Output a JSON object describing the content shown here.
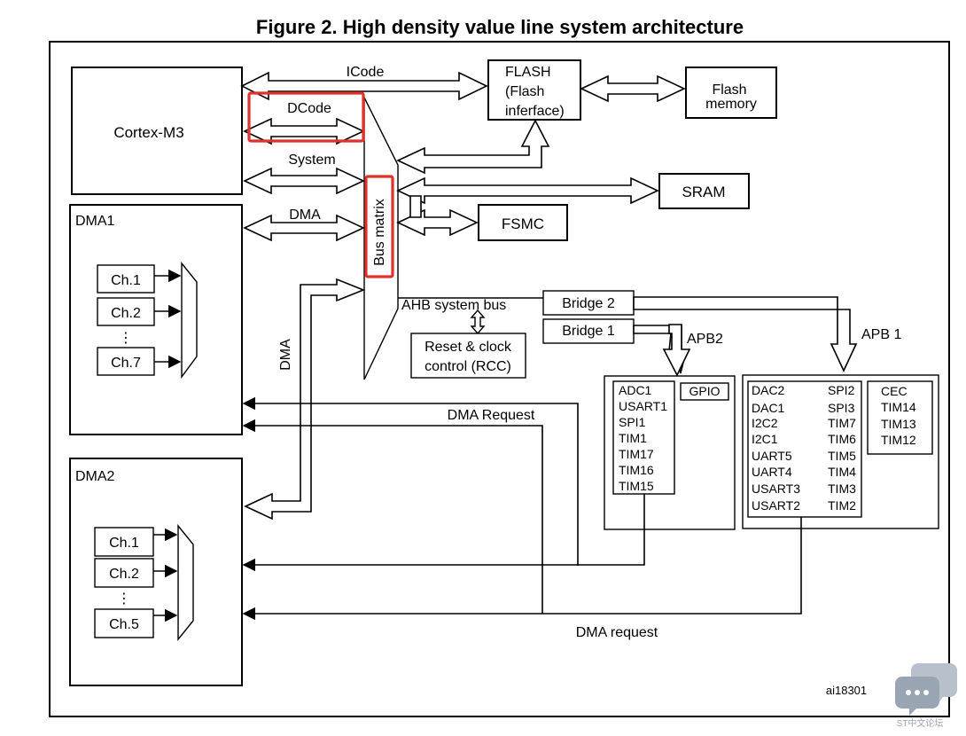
{
  "figure": {
    "title": "Figure 2. High density value line system architecture",
    "id_label": "ai18301"
  },
  "cpu": {
    "label": "Cortex-M3"
  },
  "buses": {
    "icode": "ICode",
    "dcode": "DCode",
    "system": "System",
    "dma": "DMA",
    "dma_vertical": "DMA",
    "bus_matrix": "Bus matrix",
    "ahb": "AHB system bus",
    "apb2": "APB2",
    "apb1": "APB 1"
  },
  "flash": {
    "line1": "FLASH",
    "line2": "(Flash",
    "line3": "inferface)"
  },
  "flash_memory": {
    "line1": "Flash",
    "line2": "memory"
  },
  "sram": {
    "label": "SRAM"
  },
  "fsmc": {
    "label": "FSMC"
  },
  "rcc": {
    "line1": "Reset & clock",
    "line2": "control (RCC)"
  },
  "bridges": {
    "bridge2": "Bridge  2",
    "bridge1": "Bridge  1"
  },
  "dma1": {
    "title": "DMA1",
    "channels": [
      "Ch.1",
      "Ch.2",
      "Ch.7"
    ],
    "ellipsis": "⋮"
  },
  "dma2": {
    "title": "DMA2",
    "channels": [
      "Ch.1",
      "Ch.2",
      "Ch.5"
    ],
    "ellipsis": "⋮"
  },
  "apb2_peripherals": {
    "list": [
      "ADC1",
      "USART1",
      "SPI1",
      "TIM1",
      "TIM17",
      "TIM16",
      "TIM15"
    ],
    "gpio": "GPIO"
  },
  "apb1_peripherals": {
    "col1": [
      "DAC2",
      "DAC1",
      "I2C2",
      "I2C1",
      "UART5",
      "UART4",
      "USART3",
      "USART2"
    ],
    "col2": [
      "SPI2",
      "SPI3",
      "TIM7",
      "TIM6",
      "TIM5",
      "TIM4",
      "TIM3",
      "TIM2"
    ],
    "col3": [
      "CEC",
      "TIM14",
      "TIM13",
      "TIM12"
    ]
  },
  "requests": {
    "dma_request_upper": "DMA Request",
    "dma_request_lower": "DMA request"
  },
  "watermark": {
    "text": "ST中文论坛",
    "icon": "chat-bubble-icon"
  },
  "colors": {
    "highlight": "#e0322a",
    "watermark": "#9aa5b4"
  }
}
